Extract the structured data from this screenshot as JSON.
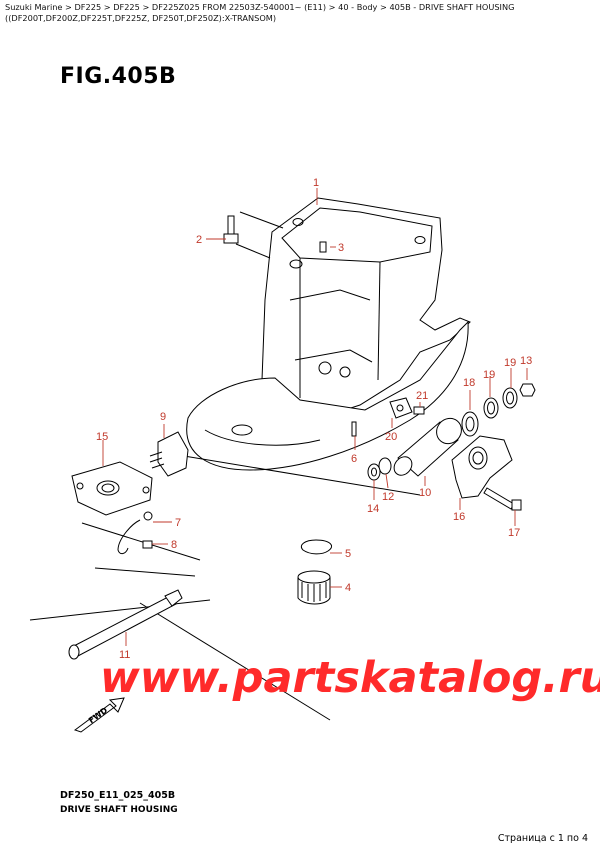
{
  "breadcrumb": "Suzuki Marine > DF225 > DF225 > DF225Z025 FROM 22503Z-540001~ (E11) > 40 - Body > 405B - DRIVE SHAFT HOUSING ((DF200T,DF200Z,DF225T,DF225Z, DF250T,DF250Z):X-TRANSOM)",
  "figure_title": "FIG.405B",
  "callouts": [
    "1",
    "2",
    "3",
    "4",
    "5",
    "6",
    "7",
    "8",
    "9",
    "10",
    "11",
    "12",
    "13",
    "14",
    "15",
    "16",
    "17",
    "18",
    "19",
    "20",
    "21"
  ],
  "watermark": "www.partskatalog.ru",
  "direction_label": "FWD",
  "drawing_code": "DF250_E11_025_405B",
  "caption": "DRIVE SHAFT HOUSING",
  "pager": "Страница с 1 по 4",
  "colors": {
    "callout": "#c0392b",
    "watermark": "#ff2a2a",
    "line": "#000000"
  }
}
